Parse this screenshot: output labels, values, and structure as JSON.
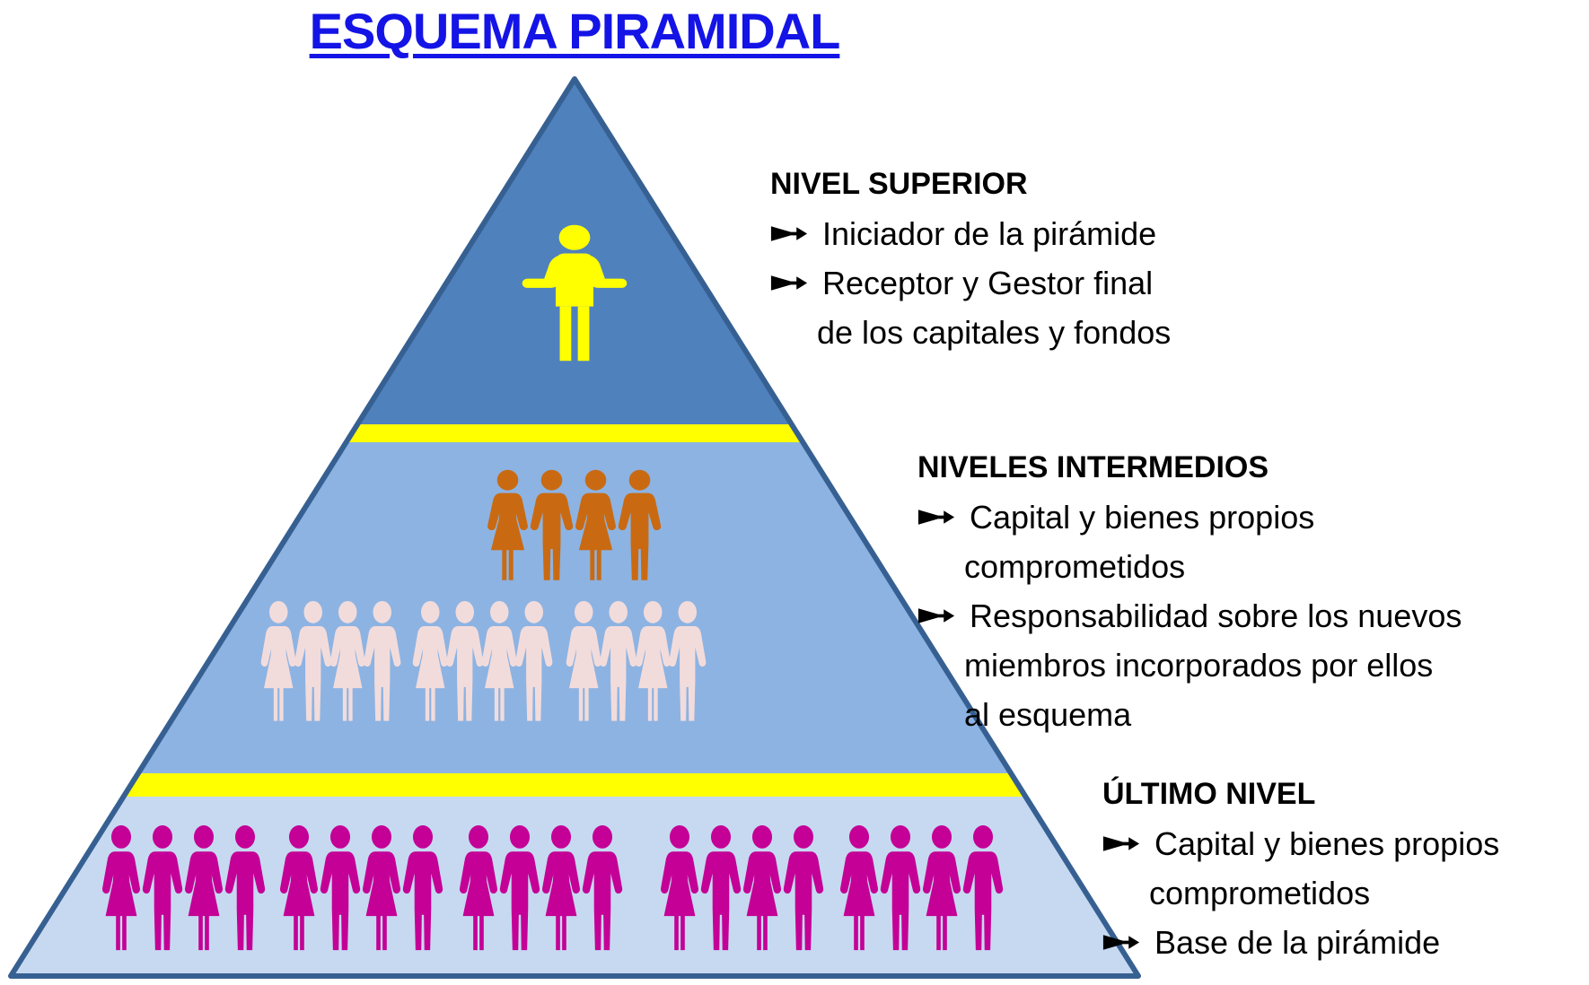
{
  "title": "ESQUEMA PIRAMIDAL",
  "colors": {
    "title_blue": "#1414E6",
    "top_level_fill": "#4F81BD",
    "middle_level_fill": "#8DB3E2",
    "bottom_level_fill": "#C6D9F1",
    "divider_yellow": "#FFFF00",
    "pyramid_border": "#376092",
    "text_black": "#000000"
  },
  "pyramid": {
    "divider_count": 2,
    "rows": [
      {
        "id": "leader",
        "level": "top",
        "groups": 1,
        "figures_per_group": 1,
        "pattern": [
          "leader"
        ],
        "color": "#FFFF00"
      },
      {
        "id": "upper",
        "level": "middle",
        "groups": 1,
        "figures_per_group": 4,
        "pattern": [
          "woman",
          "man"
        ],
        "color": "#C96A12"
      },
      {
        "id": "lower",
        "level": "middle",
        "groups": 3,
        "figures_per_group": 4,
        "pattern": [
          "woman",
          "man"
        ],
        "color": "#F2DCDB"
      },
      {
        "id": "base",
        "level": "bottom",
        "groups": 5,
        "figures_per_group": 4,
        "pattern": [
          "woman",
          "man"
        ],
        "color": "#C40096"
      }
    ]
  },
  "sections": [
    {
      "heading": "NIVEL SUPERIOR",
      "lines": [
        {
          "bullet": true,
          "text": "Iniciador de la pirámide"
        },
        {
          "bullet": true,
          "text": "Receptor y Gestor final"
        },
        {
          "bullet": false,
          "text": "de los capitales y fondos"
        }
      ]
    },
    {
      "heading": "NIVELES INTERMEDIOS",
      "lines": [
        {
          "bullet": true,
          "text": "Capital y bienes propios"
        },
        {
          "bullet": false,
          "text": "comprometidos"
        },
        {
          "bullet": true,
          "text": "Responsabilidad sobre los nuevos"
        },
        {
          "bullet": false,
          "text": "miembros incorporados por ellos"
        },
        {
          "bullet": false,
          "text": "al esquema"
        }
      ]
    },
    {
      "heading": "ÚLTIMO NIVEL",
      "lines": [
        {
          "bullet": true,
          "text": "Capital y bienes propios"
        },
        {
          "bullet": false,
          "text": "comprometidos"
        },
        {
          "bullet": true,
          "text": "Base de la pirámide"
        }
      ]
    }
  ]
}
